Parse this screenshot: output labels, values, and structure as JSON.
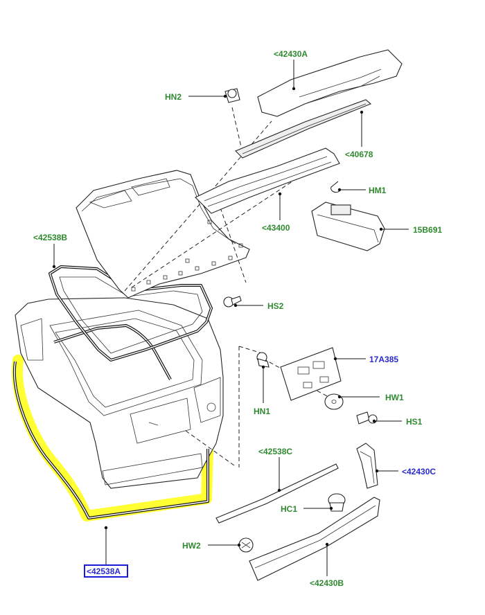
{
  "labels": {
    "l42430A": "<42430A",
    "hn2": "HN2",
    "l40678": "<40678",
    "hm1": "HM1",
    "l43400": "<43400",
    "l15B691": "15B691",
    "l42538B": "<42538B",
    "hs2": "HS2",
    "l17A385": "17A385",
    "hn1": "HN1",
    "hw1": "HW1",
    "hs1": "HS1",
    "l42538C": "<42538C",
    "l42430C": "<42430C",
    "hc1": "HC1",
    "hw2": "HW2",
    "l42430B": "<42430B",
    "l42538A": "<42538A"
  },
  "colors": {
    "label_green": "#2f8a2f",
    "label_blue": "#2a2ad0",
    "highlight_yellow": "#ffff33",
    "selected_box": "#1a1ad8"
  }
}
